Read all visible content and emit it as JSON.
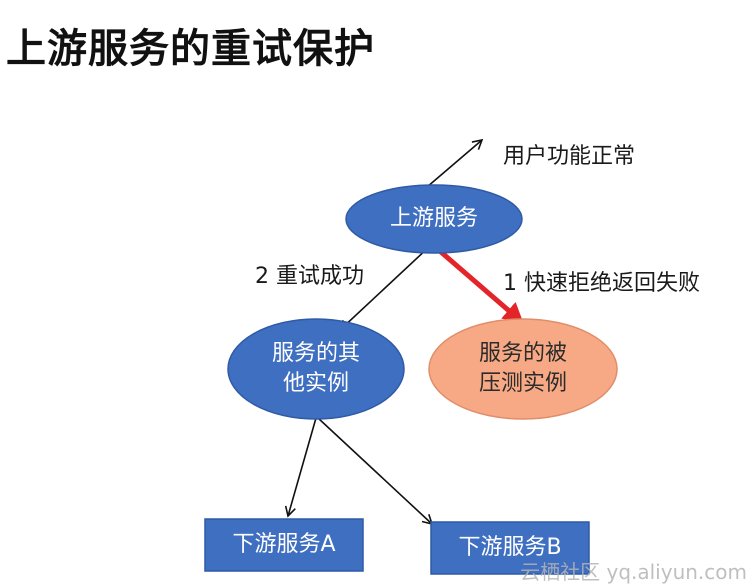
{
  "title": "上游服务的重试保护",
  "nodes": {
    "upstream": "上游服务",
    "other_instance_line1": "服务的其",
    "other_instance_line2": "他实例",
    "pressured_instance_line1": "服务的被",
    "pressured_instance_line2": "压测实例",
    "downstream_a": "下游服务A",
    "downstream_b": "下游服务B"
  },
  "edges": {
    "user_ok": "用户功能正常",
    "retry_success": "2 重试成功",
    "fast_reject": "1 快速拒绝返回失败"
  },
  "watermark": "云栖社区 yq.aliyun.com",
  "colors": {
    "blue_node": "#3f6fc1",
    "orange_node": "#f7a985",
    "red_arrow": "#e3252a",
    "black_arrow": "#111111"
  }
}
